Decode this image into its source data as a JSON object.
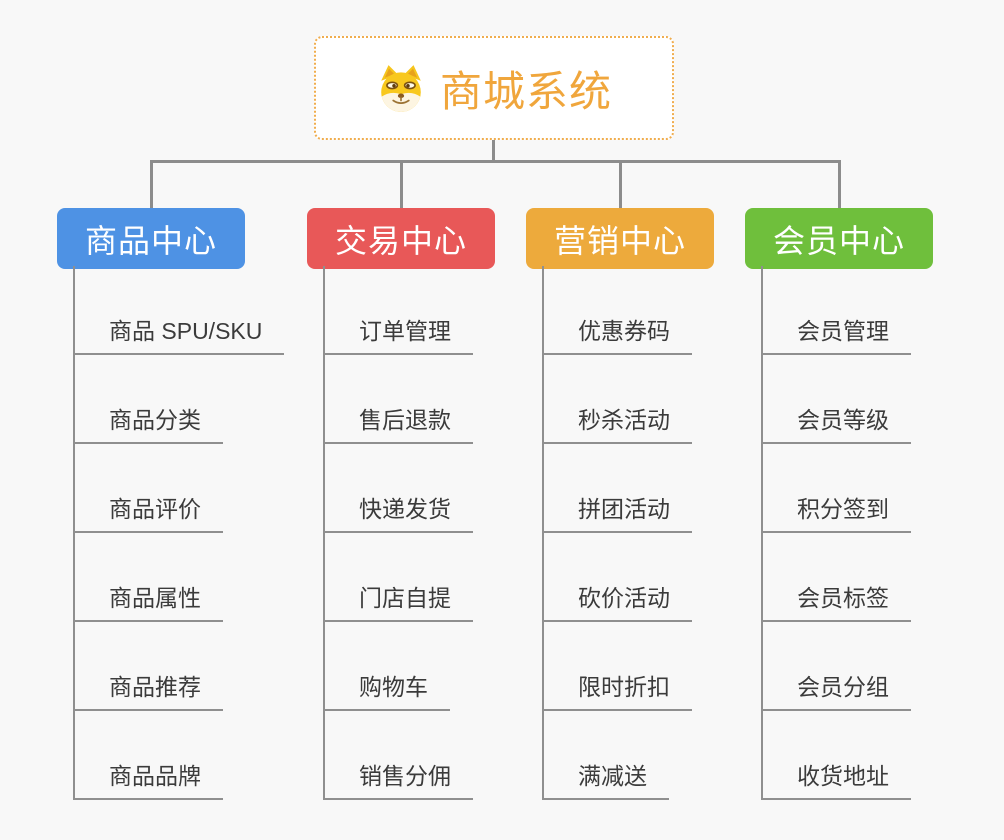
{
  "root": {
    "title": "商城系统",
    "icon": "doge-face-icon"
  },
  "branches": [
    {
      "label": "商品中心",
      "color": "#4e92e4",
      "children": [
        "商品 SPU/SKU",
        "商品分类",
        "商品评价",
        "商品属性",
        "商品推荐",
        "商品品牌"
      ]
    },
    {
      "label": "交易中心",
      "color": "#e85858",
      "children": [
        "订单管理",
        "售后退款",
        "快递发货",
        "门店自提",
        "购物车",
        "销售分佣"
      ]
    },
    {
      "label": "营销中心",
      "color": "#edaa3c",
      "children": [
        "优惠券码",
        "秒杀活动",
        "拼团活动",
        "砍价活动",
        "限时折扣",
        "满减送"
      ]
    },
    {
      "label": "会员中心",
      "color": "#6fbf3c",
      "children": [
        "会员管理",
        "会员等级",
        "积分签到",
        "会员标签",
        "会员分组",
        "收货地址"
      ]
    }
  ],
  "colors": {
    "background": "#f8f8f8",
    "connector": "#8c8c8c",
    "underline": "#8f8f8f",
    "child_text": "#3b3b3b",
    "root_border": "#f0ad4e",
    "root_text": "#f0a63c",
    "root_background": "#ffffff"
  }
}
